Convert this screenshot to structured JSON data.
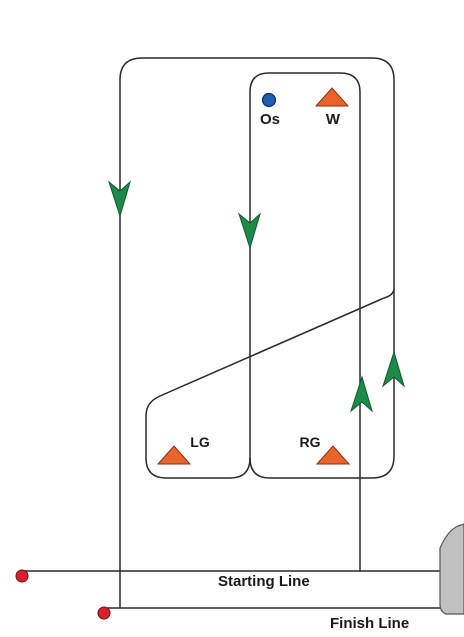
{
  "diagram": {
    "marks": {
      "windward": {
        "label": "W",
        "color": "#e8642a"
      },
      "offset": {
        "label": "Os",
        "color": "#1e5fb4"
      },
      "leeward_gate_left": {
        "label": "LG",
        "color": "#e8642a"
      },
      "leeward_gate_right": {
        "label": "RG",
        "color": "#e8642a"
      }
    },
    "lines": {
      "starting_line": {
        "label": "Starting Line"
      },
      "finish_line": {
        "label": "Finish Line"
      }
    },
    "pin_color": "#d8202a",
    "arrow_color": "#1e8a4a",
    "committee_boat_color": "#c0c0c0"
  }
}
